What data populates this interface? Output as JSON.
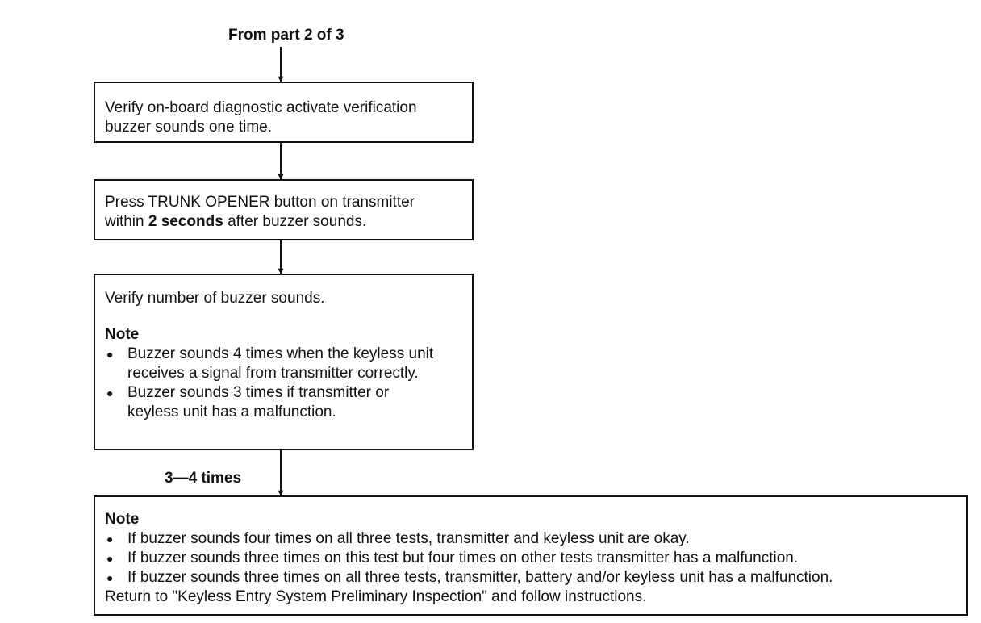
{
  "top_label": "From part 2 of 3",
  "step1": {
    "line1": "Verify on-board diagnostic activate verification",
    "line2": "buzzer sounds one time."
  },
  "step2": {
    "line1": "Press TRUNK OPENER button on transmitter",
    "line2_prefix": "within ",
    "line2_bold": "2 seconds",
    "line2_suffix": " after buzzer sounds."
  },
  "step3": {
    "text": "Verify number of buzzer sounds.",
    "note_heading": "Note",
    "bullets": [
      "Buzzer sounds 4 times when the keyless unit receives a signal from transmitter correctly.",
      "Buzzer sounds 3 times if transmitter or keyless unit has a malfunction."
    ]
  },
  "branch_label": "3—4 times",
  "final_note": {
    "heading": "Note",
    "bullets": [
      "If buzzer sounds four times on all three tests, transmitter and keyless unit are okay.",
      "If buzzer sounds three times on this test but four times on other tests transmitter has a malfunction.",
      "If buzzer sounds three times on all three tests, transmitter, battery and/or keyless unit has a malfunction."
    ],
    "footer": "Return to \"Keyless Entry System Preliminary Inspection\" and follow instructions."
  }
}
